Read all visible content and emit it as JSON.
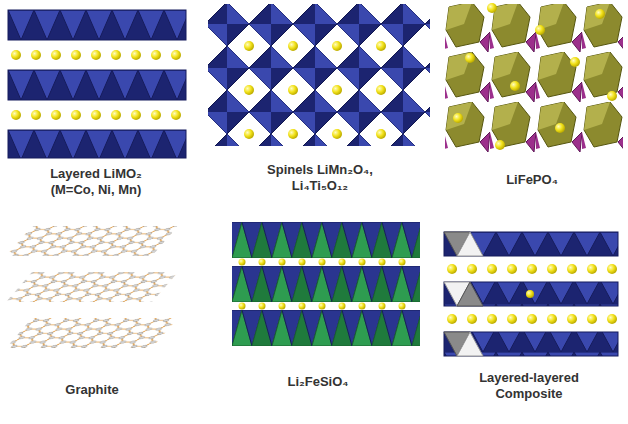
{
  "diagram": {
    "labels": [
      "Layered LiMO₂ (M=Co, Ni, Mn)",
      "Spinels LiMn₂O₄, Li₄Ti₅O₁₂",
      "LiFePO₄",
      "Graphite",
      "Li₂FeSiO₄",
      "Layered-layered Composite"
    ]
  }
}
